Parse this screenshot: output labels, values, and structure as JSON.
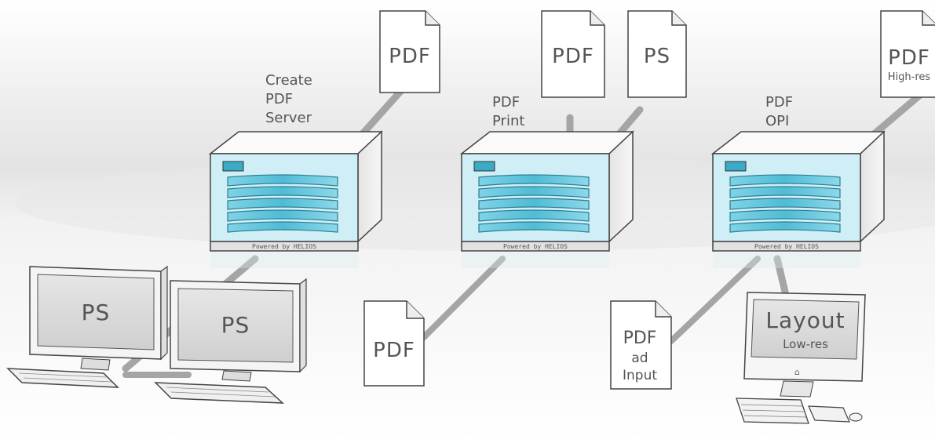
{
  "servers": [
    {
      "label_lines": [
        "Create",
        "PDF",
        "Server"
      ],
      "brand": "Powered by HELIOS"
    },
    {
      "label_lines": [
        "PDF",
        "Print"
      ],
      "brand": "Powered by HELIOS"
    },
    {
      "label_lines": [
        "PDF",
        "OPI"
      ],
      "brand": "Powered by HELIOS"
    }
  ],
  "documents": [
    {
      "lines": [
        "PDF"
      ]
    },
    {
      "lines": [
        "PDF"
      ]
    },
    {
      "lines": [
        "PS"
      ]
    },
    {
      "lines": [
        "PDF",
        "High-res"
      ]
    },
    {
      "lines": [
        "PDF"
      ]
    },
    {
      "lines": [
        "PDF",
        "ad",
        "Input"
      ]
    }
  ],
  "clients": [
    {
      "screen_text": [
        "PS"
      ]
    },
    {
      "screen_text": [
        "PS"
      ]
    },
    {
      "screen_text": [
        "Layout",
        "Low-res"
      ]
    }
  ],
  "colors": {
    "server_blue": "#5cc6dd",
    "server_face": "#cfeef5",
    "connector": "#a5a5a5",
    "outline": "#444444"
  }
}
